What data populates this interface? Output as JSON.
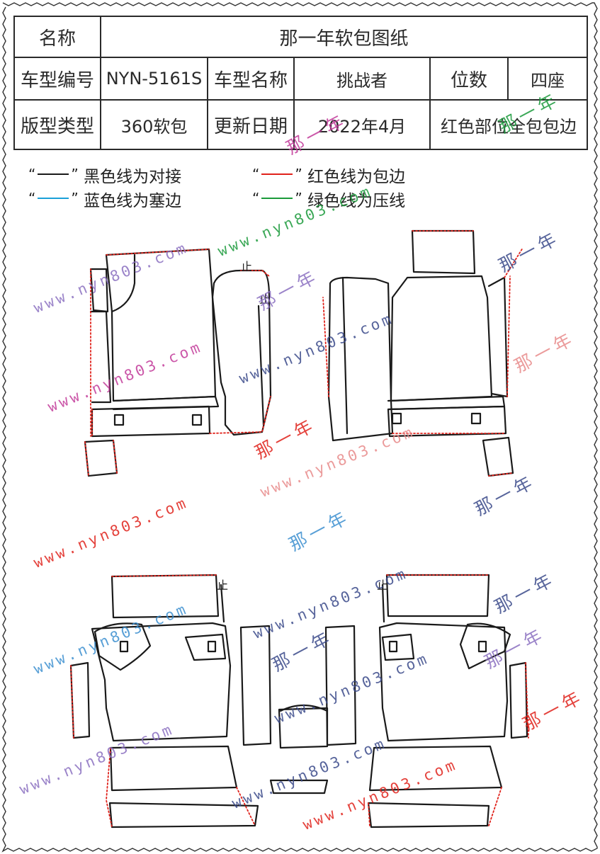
{
  "spec_table": {
    "row1": {
      "name_label": "名称",
      "name_value": "那一年软包图纸"
    },
    "row2": {
      "model_code_label": "车型编号",
      "model_code_value": "NYN-5161S",
      "model_name_label": "车型名称",
      "model_name_value": "挑战者",
      "seats_label": "位数",
      "seats_value": "四座"
    },
    "row3": {
      "type_label": "版型类型",
      "type_value": "360软包",
      "update_label": "更新日期",
      "update_value": "2022年4月",
      "note": "红色部位全包包边"
    }
  },
  "legend": {
    "quote_open": "“",
    "quote_close": "”",
    "items": [
      {
        "text": "黑色线为对接",
        "color": "#1a1a1a"
      },
      {
        "text": "红色线为包边",
        "color": "#e0221b"
      },
      {
        "text": "蓝色线为塞边",
        "color": "#1aa0d8"
      },
      {
        "text": "绿色线为压线",
        "color": "#1a9a3a"
      }
    ]
  },
  "stop_mark": "止",
  "watermarks": {
    "url": "www.nyn803.com",
    "brand": "那一年"
  },
  "colors": {
    "outline": "#1a1a1a",
    "edge_red": "#e0221b",
    "wm_purple": "#8a6fc0",
    "wm_red": "#e0221b",
    "wm_pink": "#e88a8a",
    "wm_blue": "#3b8fd0",
    "wm_green": "#1a9a3a",
    "wm_navy": "#3a4a8a"
  }
}
